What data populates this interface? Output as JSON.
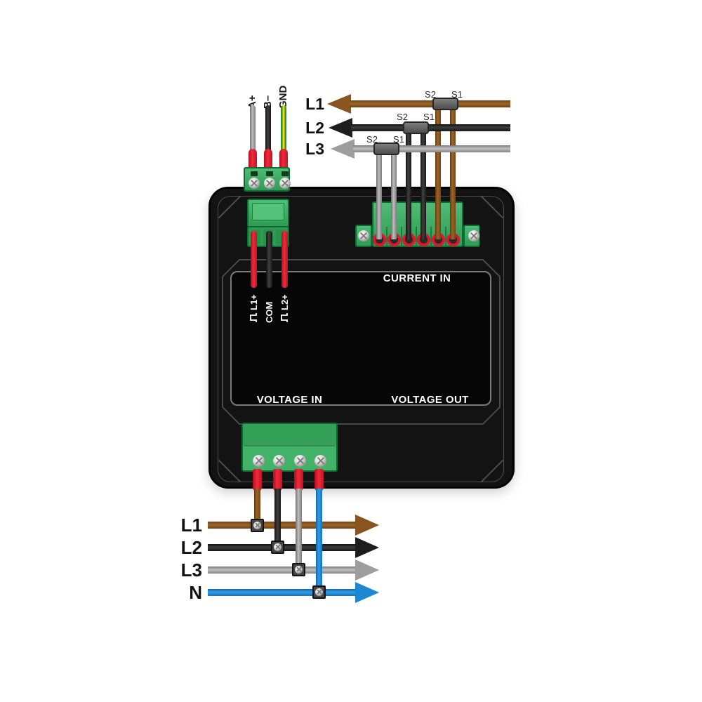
{
  "colors": {
    "l1_brown": "#8F5B25",
    "l2_black": "#262626",
    "l3_gray": "#9B9B9B",
    "n_blue": "#1E87D4",
    "ferrule_red": "#E0152A",
    "terminal_green": "#3FAE62",
    "gnd_green": "#2B9334",
    "gnd_yellow": "#F2D600",
    "device_black": "#131313"
  },
  "comm_port": {
    "wires": [
      {
        "label": "A+"
      },
      {
        "label": "B–"
      },
      {
        "label": "GND"
      }
    ]
  },
  "pulse_outputs": [
    {
      "label": "L1+"
    },
    {
      "label": "COM"
    },
    {
      "label": "L2+"
    }
  ],
  "panel": {
    "current_in": "CURRENT IN",
    "voltage_in": "VOLTAGE IN",
    "voltage_out": "VOLTAGE OUT"
  },
  "ct_inputs": {
    "lines": [
      {
        "label": "L1",
        "s2": "S2",
        "s1": "S1"
      },
      {
        "label": "L2",
        "s2": "S2",
        "s1": "S1"
      },
      {
        "label": "L3",
        "s2": "S2",
        "s1": "S1"
      }
    ]
  },
  "voltage_inputs": {
    "lines": [
      {
        "label": "L1"
      },
      {
        "label": "L2"
      },
      {
        "label": "L3"
      },
      {
        "label": "N"
      }
    ]
  }
}
